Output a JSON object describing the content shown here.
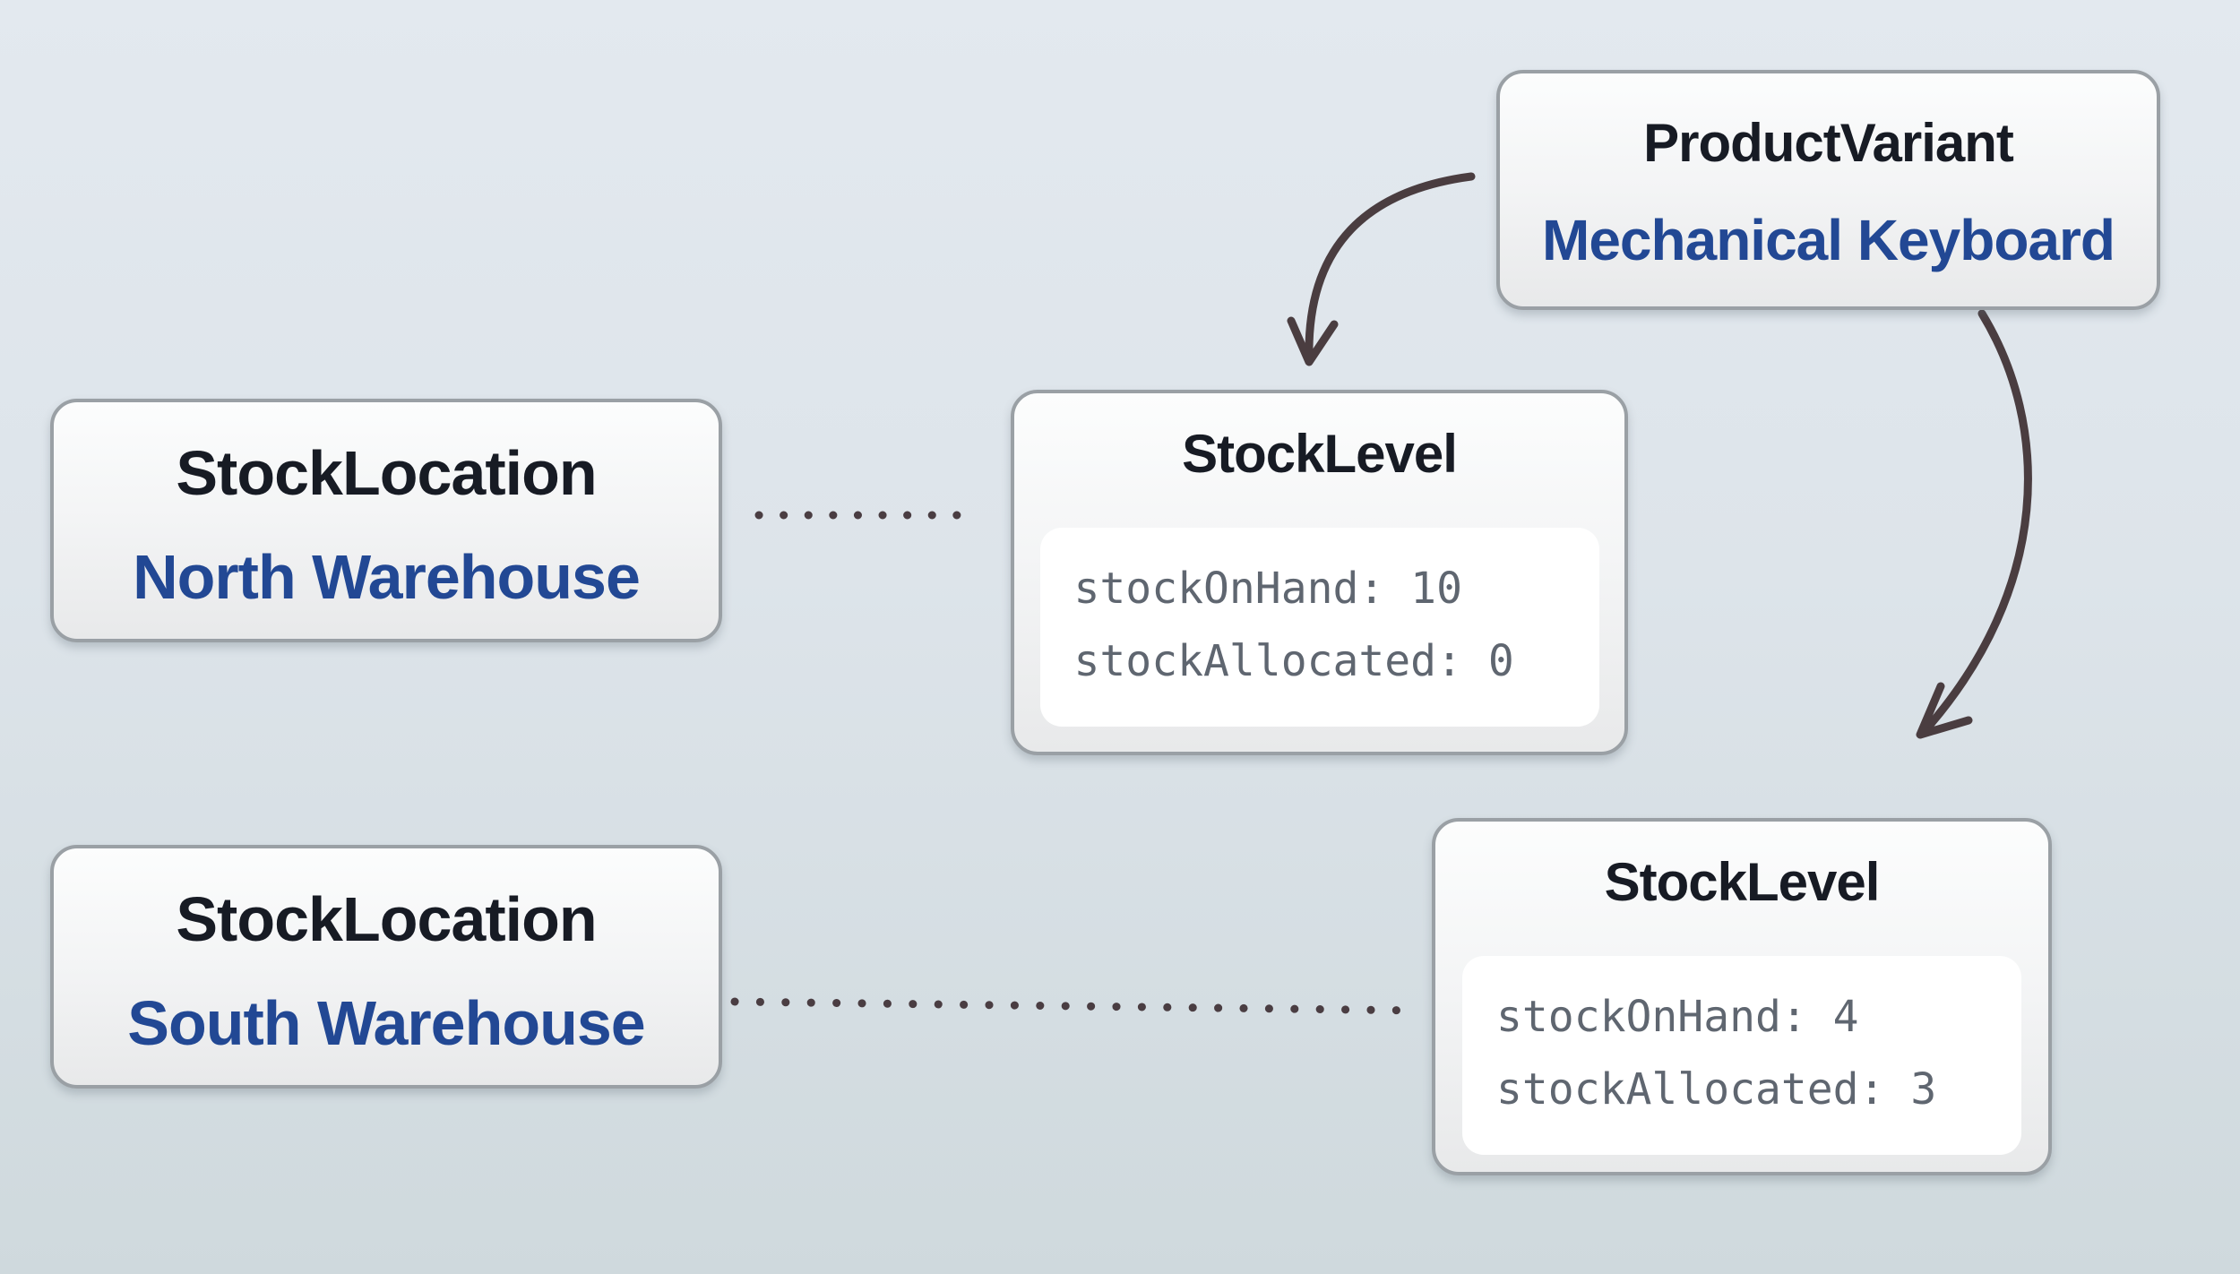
{
  "diagram": {
    "product_variant": {
      "type_label": "ProductVariant",
      "entity_name": "Mechanical Keyboard"
    },
    "stock_locations": [
      {
        "type_label": "StockLocation",
        "entity_name": "North Warehouse"
      },
      {
        "type_label": "StockLocation",
        "entity_name": "South Warehouse"
      }
    ],
    "stock_levels": [
      {
        "type_label": "StockLevel",
        "lines": [
          "stockOnHand: 10",
          "stockAllocated: 0"
        ]
      },
      {
        "type_label": "StockLevel",
        "lines": [
          "stockOnHand: 4",
          "stockAllocated: 3"
        ]
      }
    ]
  },
  "colors": {
    "background_top": "#e3e9ef",
    "background_bottom": "#cfd9dd",
    "node_border": "#9aa0a5",
    "node_fill_top": "#fcfdfd",
    "node_fill_bottom": "#e8e9ea",
    "node_title_text": "#171b24",
    "entity_name_text": "#224894",
    "code_text": "#5f6670",
    "code_panel_fill": "#ffffff",
    "connector": "#4a3d40"
  }
}
